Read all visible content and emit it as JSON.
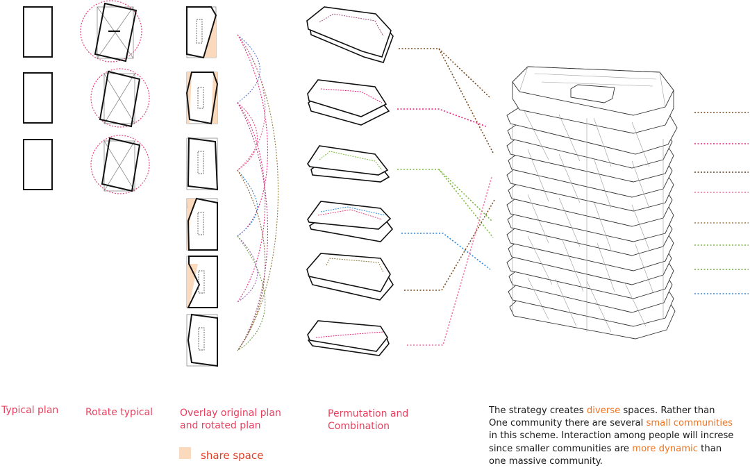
{
  "captions": {
    "typical_plan": "Typical plan",
    "rotate_typical": "Rotate typical",
    "overlay_line1": "Overlay original plan",
    "overlay_line2": "and rotated plan",
    "permutation_line1": "Permutation and",
    "permutation_line2": "Combination"
  },
  "legend": {
    "label": "share space",
    "swatch_color": "#fad9bd"
  },
  "description": {
    "line1_a": "The strategy creates ",
    "line1_hl": "diverse",
    "line1_b": " spaces. Rather than",
    "line2_a": "One community there are several ",
    "line2_hl": "small communities",
    "line3": "in this scheme. Interaction among people will increse",
    "line4_a": "since smaller communities are ",
    "line4_hl": "more dynamic",
    "line4_b": " than",
    "line5": "one massive community."
  },
  "colors": {
    "caption_pink": "#e8405f",
    "highlight_orange": "#f0731f",
    "dotted_brown": "#7a4a1e",
    "dotted_magenta": "#e8207a",
    "dotted_pink": "#f06aa0",
    "dotted_green": "#7ab83a",
    "dotted_blue": "#2a88d8",
    "dotted_olive": "#8a7a3a"
  }
}
